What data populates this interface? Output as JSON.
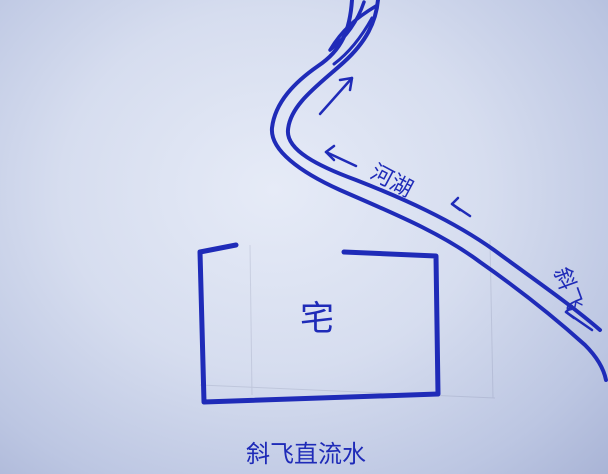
{
  "house_label": "宅",
  "river_labels": {
    "upper": "河湖",
    "lower": "斜飞"
  },
  "caption": "斜飞直流水",
  "colors": {
    "ink": "#1f2bb8",
    "paper": "#dfe5f4"
  }
}
